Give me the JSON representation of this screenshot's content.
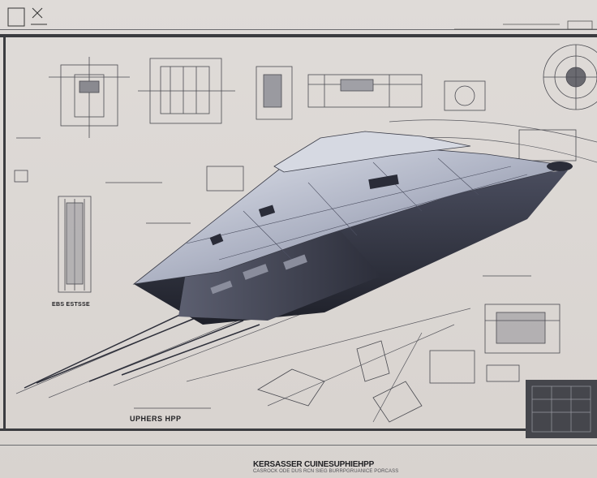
{
  "blueprint": {
    "title_label": "UPHERS HPP",
    "caption_title": "KERSASSER CUINESUPHIEHPP",
    "caption_sub": "CASROCK ODE DUS RCN SIEG BURRPGRUANICE PORCASS",
    "side_note": "EBS ESTSSE",
    "colors": {
      "paper": "#dcd8d5",
      "frame": "#3b3c40",
      "hull_light": "#c8ccd8",
      "hull_dark": "#2a2c38",
      "ink": "#4a4a50"
    }
  }
}
